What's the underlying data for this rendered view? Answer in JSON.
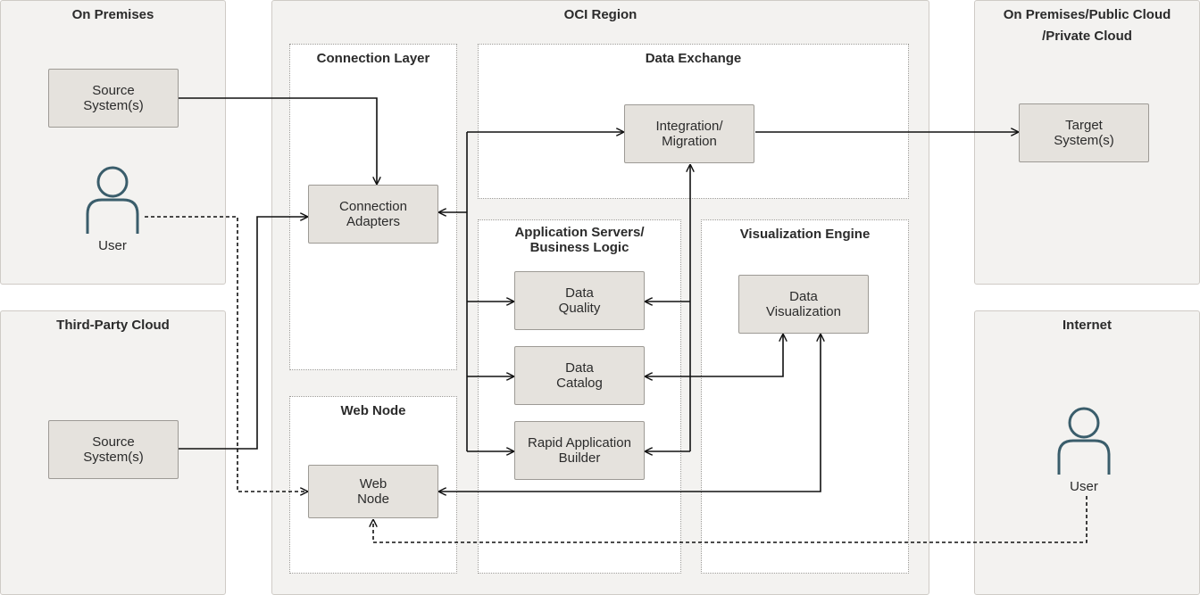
{
  "regions": {
    "on_premises": "On Premises",
    "third_party_cloud": "Third-Party Cloud",
    "oci_region": "OCI Region",
    "target_cloud": "On Premises/Public Cloud\n/Private Cloud",
    "internet": "Internet"
  },
  "subregions": {
    "connection_layer": "Connection Layer",
    "data_exchange": "Data Exchange",
    "app_servers": "Application Servers/\nBusiness Logic",
    "visualization_engine": "Visualization Engine",
    "web_node": "Web Node"
  },
  "nodes": {
    "source_onprem": "Source\nSystem(s)",
    "source_thirdparty": "Source\nSystem(s)",
    "connection_adapters": "Connection\nAdapters",
    "web_node": "Web\nNode",
    "integration_migration": "Integration/\nMigration",
    "data_quality": "Data\nQuality",
    "data_catalog": "Data\nCatalog",
    "rapid_app_builder": "Rapid Application\nBuilder",
    "data_visualization": "Data\nVisualization",
    "target_systems": "Target\nSystem(s)"
  },
  "users": {
    "onprem_user": "User",
    "internet_user": "User"
  },
  "colors": {
    "region_bg": "#f3f2f0",
    "node_bg": "#e5e2dd",
    "user_icon": "#3a5d6b"
  }
}
